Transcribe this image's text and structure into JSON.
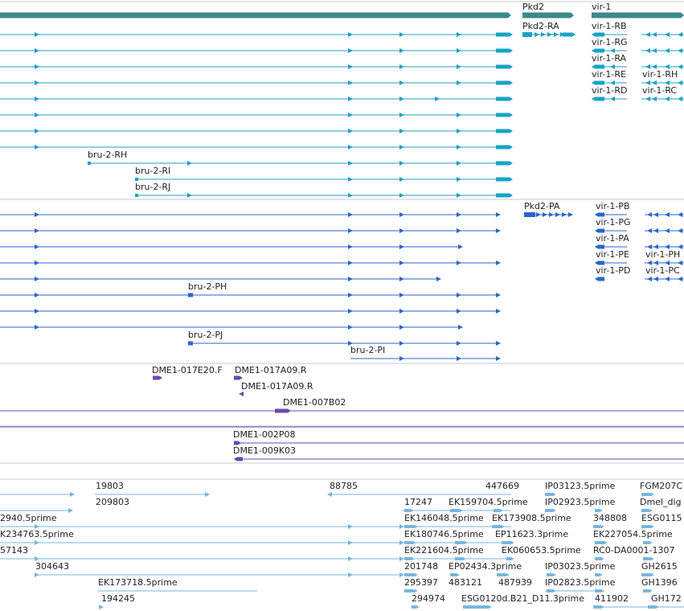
{
  "colors": {
    "gene": "#3a8a8a",
    "mrna": "#1aa3c4",
    "protein": "#2a66cc",
    "clone": "#6a4aa8",
    "est": "#78b6dd",
    "separator": "#c8c8c8",
    "text": "#222222"
  },
  "gene_track": {
    "labels": [
      "Pkd2",
      "vir-1"
    ]
  },
  "mrna_track": {
    "labels": [
      "bru-2-RH",
      "bru-2-RI",
      "bru-2-RJ",
      "Pkd2-RA",
      "vir-1-RB",
      "vir-1-RG",
      "vir-1-RA",
      "vir-1-RE",
      "vir-1-RD",
      "vir-1-RH",
      "vir-1-RC"
    ]
  },
  "protein_track": {
    "labels": [
      "Pkd2-PA",
      "vir-1-PB",
      "vir-1-PG",
      "vir-1-PA",
      "vir-1-PE",
      "vir-1-PD",
      "vir-1-PH",
      "vir-1-PC",
      "bru-2-PH",
      "bru-2-PJ",
      "bru-2-PI"
    ]
  },
  "clone_track": {
    "labels": [
      "DME1-017E20.F",
      "DME1-017A09.R",
      "DME1-017A09.R",
      "DME1-007B02",
      "DME1-002P08",
      "DME1-009K03"
    ]
  },
  "est_track": {
    "labels": [
      "19803",
      "209803",
      "88785",
      "447669",
      "IP03123.5prime",
      "FGM207C",
      "17247",
      "EK159704.5prime",
      "IP02923.5prime",
      "Dmel_dig",
      "2940.5prime",
      "EK146048.5prime",
      "EK173908.5prime",
      "348808",
      "ESG0115",
      "K234763.5prime",
      "EK180746.5prime",
      "EP11623.3prime",
      "EK227054.5prime",
      "57143",
      "EK221604.5prime",
      "EK060653.5prime",
      "RC0-DA0001-1307",
      "304643",
      "201748",
      "EP02434.3prime",
      "IP03023.5prime",
      "GH2615",
      "EK173718.5prime",
      "295397",
      "483121",
      "487939",
      "IP02823.5prime",
      "GH1396",
      "194245",
      "294974",
      "ESG0120d.B21_D11.3prime",
      "411902",
      "GH172"
    ]
  }
}
